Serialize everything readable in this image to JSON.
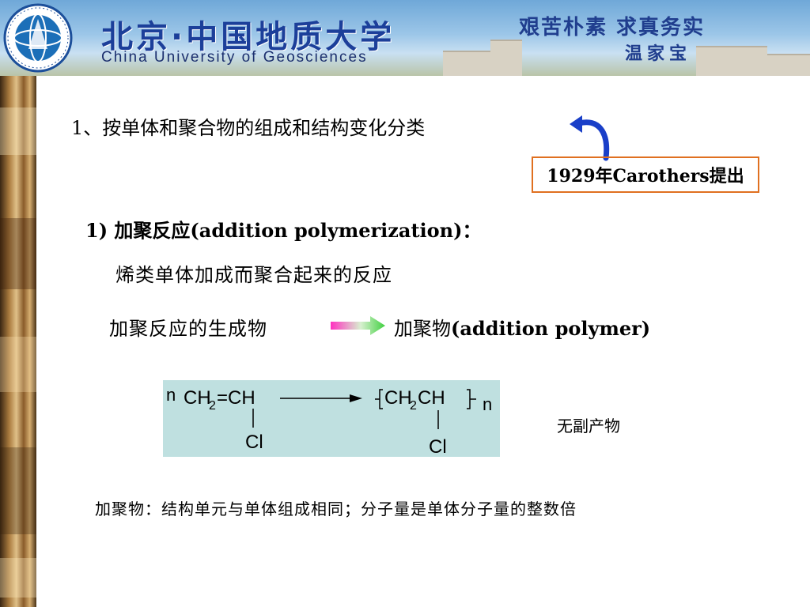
{
  "header": {
    "university_cn": "北京·中国地质大学",
    "university_en": "China University of Geosciences",
    "motto_line1": "艰苦朴素 求真务实",
    "motto_line2": "温家宝"
  },
  "slide": {
    "heading": "1、按单体和聚合物的组成和结构变化分类",
    "note": "1929年Carothers提出",
    "sub_heading": "1) 加聚反应(addition polymerization)：",
    "description": "烯类单体加成而聚合起来的反应",
    "product_left": "加聚反应的生成物",
    "product_right_cn": "加聚物",
    "product_right_en": "(addition polymer)",
    "byproduct": "无副产物",
    "summary": "加聚物：结构单元与单体组成相同；分子量是单体分子量的整数倍"
  },
  "reaction": {
    "coef": "n",
    "monomer_a": "CH",
    "monomer_sub": "2",
    "monomer_b": "=CH",
    "monomer_cl": "Cl",
    "poly_a": "CH",
    "poly_sub": "2",
    "poly_b": "CH",
    "poly_n": "n",
    "poly_cl": "Cl"
  },
  "colors": {
    "note_border": "#e07020",
    "reaction_bg": "#bfe0e0",
    "arrow_blue": "#1a3fc8",
    "arrow_gradient_start": "#ff30c0",
    "arrow_gradient_end": "#40d040"
  }
}
